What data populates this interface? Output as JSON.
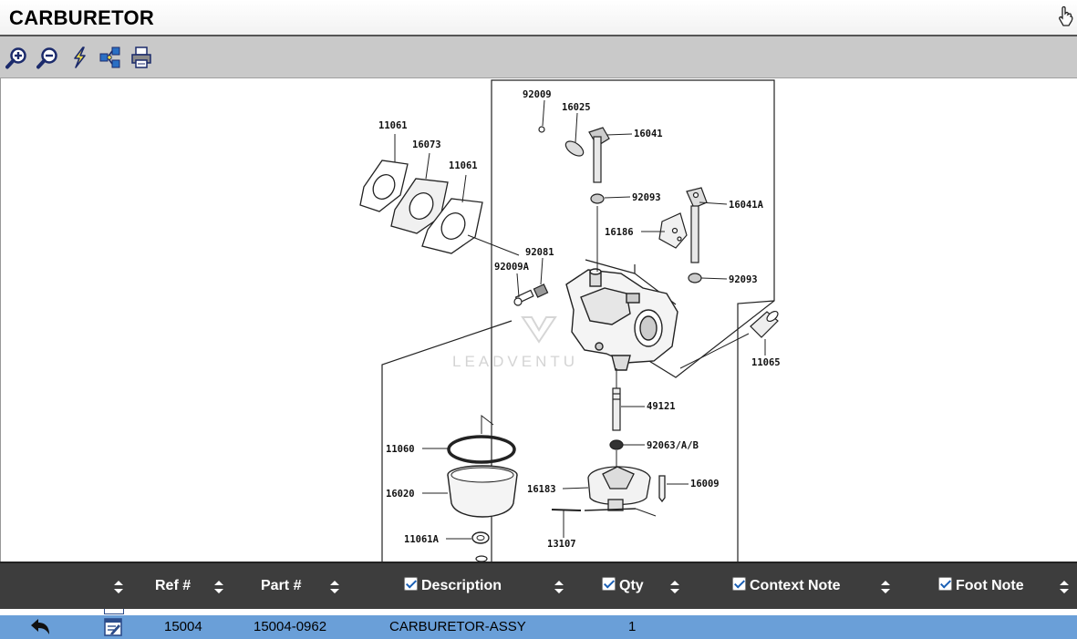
{
  "window": {
    "title": "CARBURETOR"
  },
  "toolbar": {
    "buttons": [
      {
        "name": "zoom-in",
        "icon": "zoom-in-icon"
      },
      {
        "name": "zoom-out",
        "icon": "zoom-out-icon"
      },
      {
        "name": "lightning",
        "icon": "lightning-icon"
      },
      {
        "name": "network",
        "icon": "network-icon"
      },
      {
        "name": "print",
        "icon": "printer-icon"
      }
    ]
  },
  "diagram": {
    "watermark": "LEADVENTU",
    "labels": {
      "l92009": "92009",
      "l16025": "16025",
      "l16041": "16041",
      "l11061a": "11061",
      "l16073": "16073",
      "l11061b": "11061",
      "l92093a": "92093",
      "l16041A": "16041A",
      "l16186": "16186",
      "l92081": "92081",
      "l92009A": "92009A",
      "l92093b": "92093",
      "l11065": "11065",
      "l49121": "49121",
      "l11060": "11060",
      "l92063": "92063/A/B",
      "l16020": "16020",
      "l16183": "16183",
      "l16009": "16009",
      "l13107": "13107",
      "l11061A": "11061A"
    }
  },
  "grid": {
    "columns": {
      "ref": "Ref #",
      "part": "Part #",
      "description": "Description",
      "qty": "Qty",
      "context_note": "Context Note",
      "foot_note": "Foot Note"
    },
    "rows": [
      {
        "ref": "15004",
        "part": "15004-0962",
        "description": "CARBURETOR-ASSY",
        "qty": "1"
      }
    ]
  }
}
